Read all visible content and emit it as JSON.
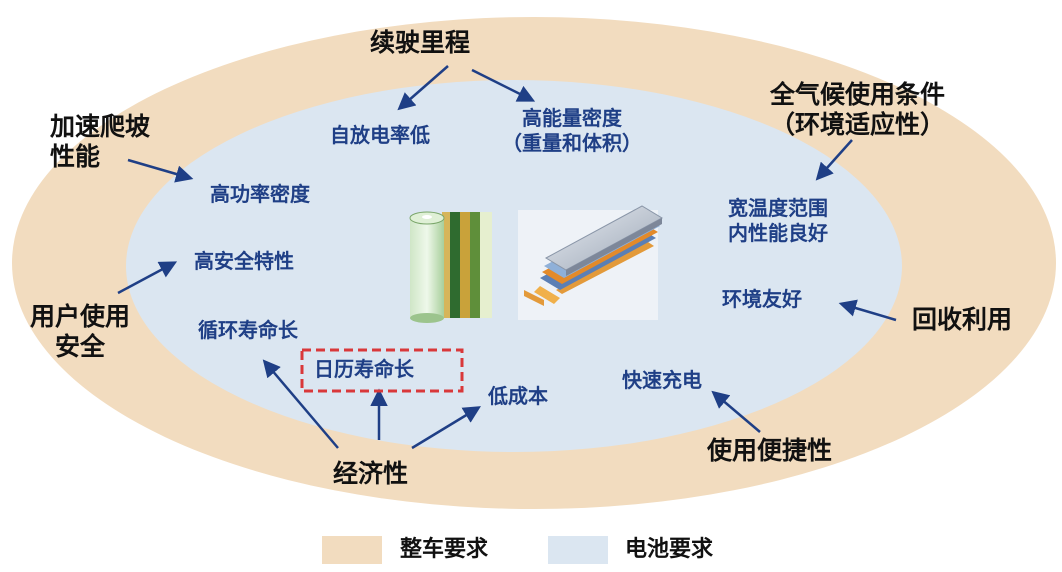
{
  "colors": {
    "vehicle_requirement": "#f2dcbf",
    "battery_requirement": "#dbe6f1",
    "arrow": "#1f3f86",
    "inner_text": "#1f3f86",
    "highlight_border": "#d9383a"
  },
  "outer": {
    "driving_range": "续驶里程",
    "acceleration_line1": "加速爬坡",
    "acceleration_line2": "性能",
    "all_climate_line1": "全气候使用条件",
    "all_climate_line2": "（环境适应性）",
    "user_safety_line1": "用户使用",
    "user_safety_line2": "安全",
    "recycling": "回收利用",
    "economy": "经济性",
    "convenience": "使用便捷性"
  },
  "inner": {
    "low_self_discharge": "自放电率低",
    "high_energy_density_line1": "高能量密度",
    "high_energy_density_line2": "（重量和体积）",
    "high_power_density": "高功率密度",
    "wide_temperature_line1": "宽温度范围",
    "wide_temperature_line2": "内性能良好",
    "high_safety": "高安全特性",
    "environment_friendly": "环境友好",
    "cycle_life": "循环寿命长",
    "calendar_life": "日历寿命长",
    "low_cost": "低成本",
    "fast_charging": "快速充电"
  },
  "legend": [
    {
      "label": "整车要求",
      "color": "#f2dcbf"
    },
    {
      "label": "电池要求",
      "color": "#dbe6f1"
    }
  ],
  "icons": [
    "cylindrical-cell-icon",
    "pouch-cell-icon"
  ]
}
